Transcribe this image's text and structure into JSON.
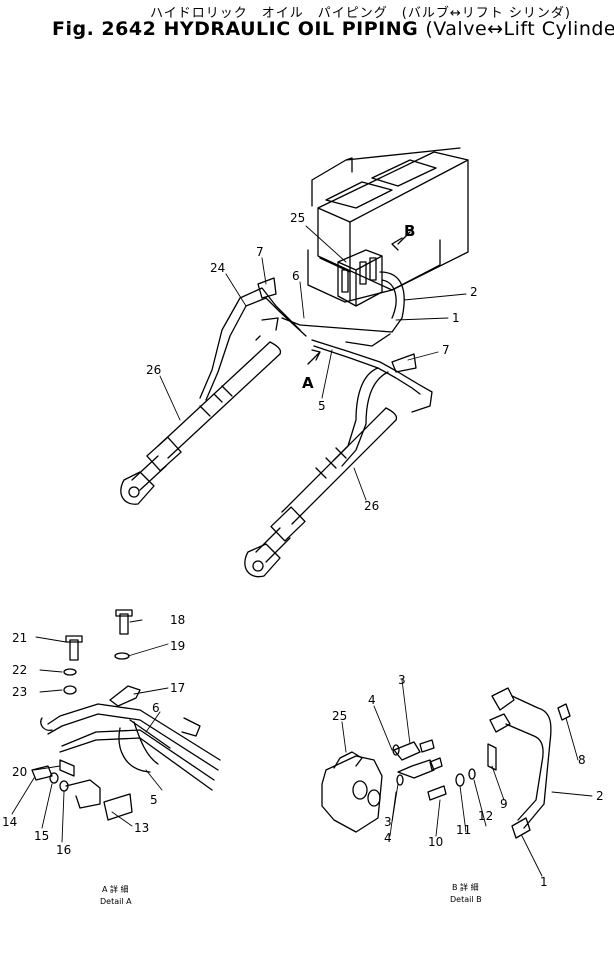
{
  "title": {
    "japanese_parts": [
      "ハイドロリック",
      "オイル",
      "パイピング",
      "(バルブ↔リフト シリンダ)"
    ],
    "fig_label": "Fig. 2642",
    "english": "HYDRAULIC OIL PIPING",
    "english_sub": "(Valve↔Lift Cylinder)"
  },
  "main_view": {
    "part_labels": [
      "25",
      "7",
      "24",
      "6",
      "2",
      "1",
      "7",
      "5",
      "26",
      "26"
    ],
    "view_markers": [
      "B",
      "A"
    ]
  },
  "detail_a": {
    "part_labels": [
      "18",
      "21",
      "19",
      "22",
      "17",
      "23",
      "6",
      "20",
      "5",
      "13",
      "14",
      "15",
      "16"
    ],
    "caption_jp": "A 詳 細",
    "caption_en": "Detail A"
  },
  "detail_b": {
    "part_labels": [
      "3",
      "25",
      "4",
      "8",
      "2",
      "9",
      "12",
      "11",
      "10",
      "3",
      "4",
      "1"
    ],
    "caption_jp": "B 詳 細",
    "caption_en": "Detail B"
  }
}
